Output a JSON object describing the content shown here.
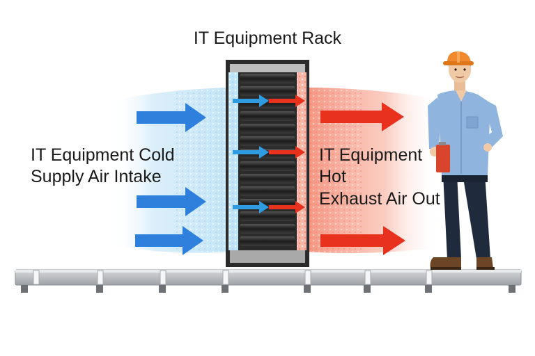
{
  "title": "IT Equipment Rack",
  "cold_label": {
    "line1": "IT Equipment Cold",
    "line2": "Supply Air Intake"
  },
  "hot_label": {
    "line1": "IT Equipment",
    "line2": "Hot",
    "line3": "Exhaust Air Out"
  },
  "colors": {
    "cold_arrow": "#2f7fdc",
    "hot_arrow": "#e8321e",
    "cold_air": "#bfe3f7",
    "hot_air": "#f7a08e",
    "rack_frame": "#2b2b2b",
    "floor": "#b9bcc0"
  },
  "icons": [
    "worker-figure",
    "hard-hat-icon",
    "clipboard-icon",
    "server-rack-icon"
  ]
}
